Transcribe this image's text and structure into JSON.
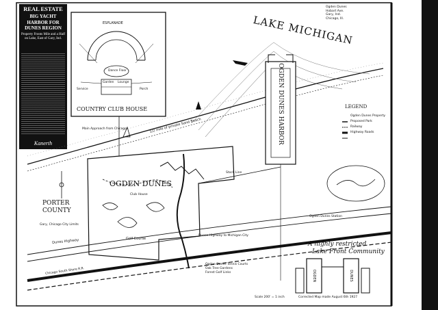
{
  "clipping": {
    "title": "REAL ESTATE",
    "headline": "BIG YACHT HARBOR FOR DUNES REGION",
    "subhead": "Property Fronts Mile and a Half on Lake, East of Gary, Ind.",
    "signature": "Kanerth"
  },
  "top_right_note": {
    "lines": [
      "Ogden Dunes",
      "Hobart Ave.",
      "Gary, Ind.",
      "Chicago, Ill."
    ]
  },
  "water": {
    "lake": "LAKE MICHIGAN",
    "harbor": "OGDEN DUNES HARBOR"
  },
  "inset": {
    "label": "COUNTRY CLUB HOUSE",
    "plan_labels": [
      "ESPLANADE",
      "Dance Floor",
      "Garden",
      "Lounge",
      "Service",
      "Porch"
    ]
  },
  "regions": {
    "development": "OGDEN DUNES",
    "county": "PORTER COUNTY",
    "golf": "Golf Course",
    "beach": "1/2 mile of private Sand Beach"
  },
  "annotations": {
    "clubhouse_note": "Club House",
    "approach": "Main Approach from Chicago",
    "highway_dunes": "Dunes Highway",
    "to_gary": "Gary, Chicago City Limits",
    "to_michigan": "Dunes Highway to Michigan City",
    "railroad": "Chicago South Shore R.R.",
    "station": "Ogden Dunes Station",
    "stock_line": "Stock Line"
  },
  "legend": {
    "title": "LEGEND",
    "items": [
      "Ogden Dunes Property",
      "Proposed Park",
      "Railway",
      "Highway Roads"
    ]
  },
  "restricted": {
    "line1": "A highly restricted",
    "line2": "Lake Front Community"
  },
  "gates": {
    "left": "OGDEN",
    "right": "DUNES"
  },
  "scale": "Scale 200' = 1 inch",
  "corrected": "Corrected Map made August 6th 1927",
  "bottom_notes": [
    "Ogden Dunes Tennis Courts",
    "Oak Tree Gardens",
    "Forest Golf Links"
  ]
}
